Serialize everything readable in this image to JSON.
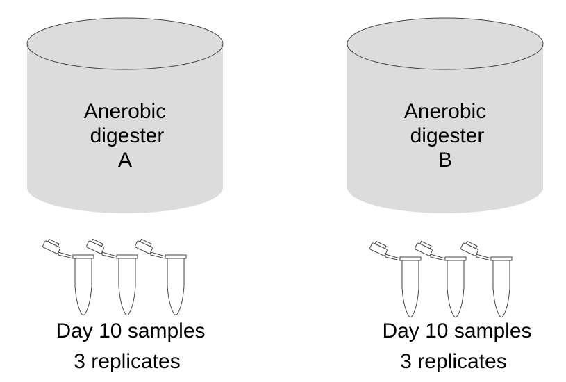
{
  "digesters": [
    {
      "line1": "Anerobic",
      "line2": "digester",
      "line3": "A",
      "samples_line1": "Day 10 samples",
      "samples_line2": "3 replicates",
      "tube_count": 3
    },
    {
      "line1": "Anerobic",
      "line2": "digester",
      "line3": "B",
      "samples_line1": "Day 10 samples",
      "samples_line2": "3 replicates",
      "tube_count": 3
    }
  ],
  "colors": {
    "cylinder_fill": "#dcdcdc",
    "stroke": "#444444",
    "tube_fill": "#ffffff"
  }
}
